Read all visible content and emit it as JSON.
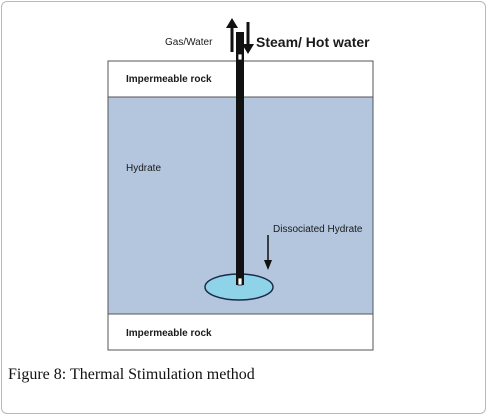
{
  "diagram": {
    "labels": {
      "gas_water": "Gas/Water",
      "steam_hot_water": "Steam/ Hot water",
      "impermeable_rock_top": "Impermeable rock",
      "hydrate": "Hydrate",
      "dissociated_hydrate": "Dissociated Hydrate",
      "impermeable_rock_bottom": "Impermeable rock"
    },
    "colors": {
      "hydrate_layer": "#b3c6de",
      "dissociated_zone": "#8fd3e8",
      "rock_layer": "#ffffff",
      "well": "#111111",
      "outline": "#555555"
    }
  },
  "caption": {
    "label": "Figure 8:",
    "text": "Thermal Stimulation method"
  }
}
